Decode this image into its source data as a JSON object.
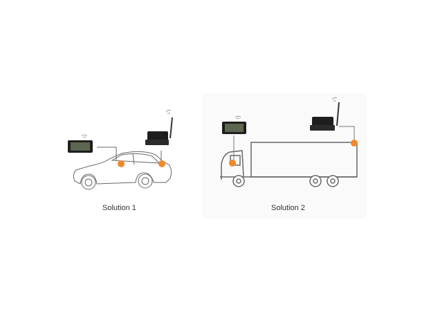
{
  "solutions": [
    {
      "label": "Solution 1",
      "vehicle": "car",
      "components": [
        "wireless-monitor",
        "wireless-camera"
      ]
    },
    {
      "label": "Solution 2",
      "vehicle": "truck",
      "components": [
        "wireless-monitor",
        "wireless-camera"
      ]
    }
  ],
  "colors": {
    "accent": "#f0892a",
    "line": "#555555",
    "device": "#1e1e1e"
  }
}
